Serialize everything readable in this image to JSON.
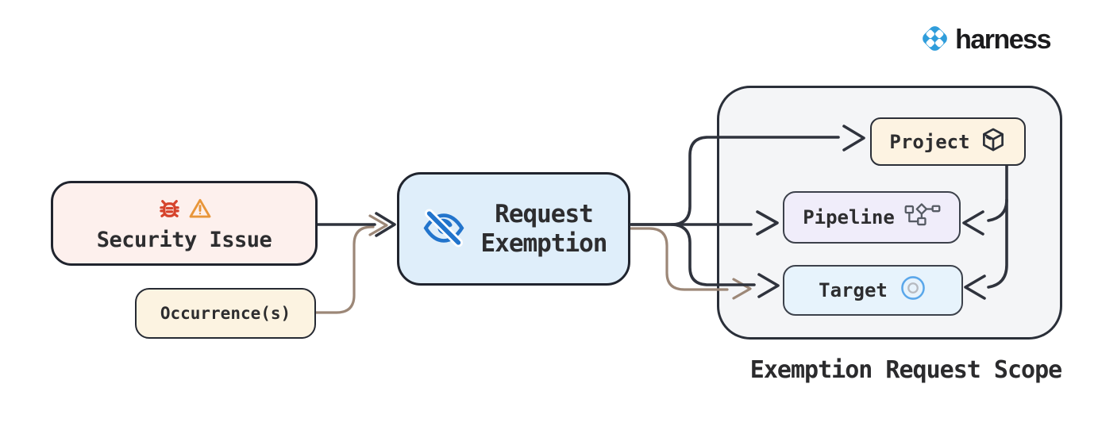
{
  "brand": {
    "name": "harness",
    "logo_icon": "harness-diamond-icon",
    "logo_color": "#2f9ddb",
    "text_color": "#1b1b1d"
  },
  "diagram": {
    "nodes": {
      "security_issue": {
        "label": "Security Issue",
        "fill": "#fdf0ed",
        "icons": [
          "bug-icon",
          "warning-icon"
        ],
        "icon_colors": [
          "#d6432c",
          "#e8963a"
        ]
      },
      "occurrences": {
        "label": "Occurrence(s)",
        "fill": "#fcf3e1"
      },
      "request_exemption": {
        "label_line1": "Request",
        "label_line2": "Exemption",
        "fill": "#dfeefa",
        "icon": "eye-off-icon",
        "icon_color": "#2274cc"
      },
      "project": {
        "label": "Project",
        "fill": "#fdf3e2",
        "icon": "package-icon"
      },
      "pipeline": {
        "label": "Pipeline",
        "fill": "#f0edfa",
        "icon": "pipeline-icon"
      },
      "target": {
        "label": "Target",
        "fill": "#e7f3fc",
        "icon": "target-icon",
        "icon_color": "#5aa7ea"
      }
    },
    "group": {
      "label": "Exemption Request Scope",
      "fill": "#f4f5f7"
    },
    "edges": [
      {
        "from": "security_issue",
        "to": "request_exemption",
        "color": "#2f333d"
      },
      {
        "from": "occurrences",
        "to": "request_exemption",
        "color": "#9c8777"
      },
      {
        "from": "request_exemption",
        "to": "project",
        "color": "#2f333d"
      },
      {
        "from": "request_exemption",
        "to": "pipeline",
        "color": "#2f333d"
      },
      {
        "from": "request_exemption",
        "to": "target",
        "color": "#2f333d"
      },
      {
        "from": "request_exemption",
        "to": "target",
        "color": "#9c8777"
      },
      {
        "from": "project",
        "to": "pipeline",
        "color": "#2f333d"
      },
      {
        "from": "project",
        "to": "target",
        "color": "#2f333d"
      }
    ]
  }
}
